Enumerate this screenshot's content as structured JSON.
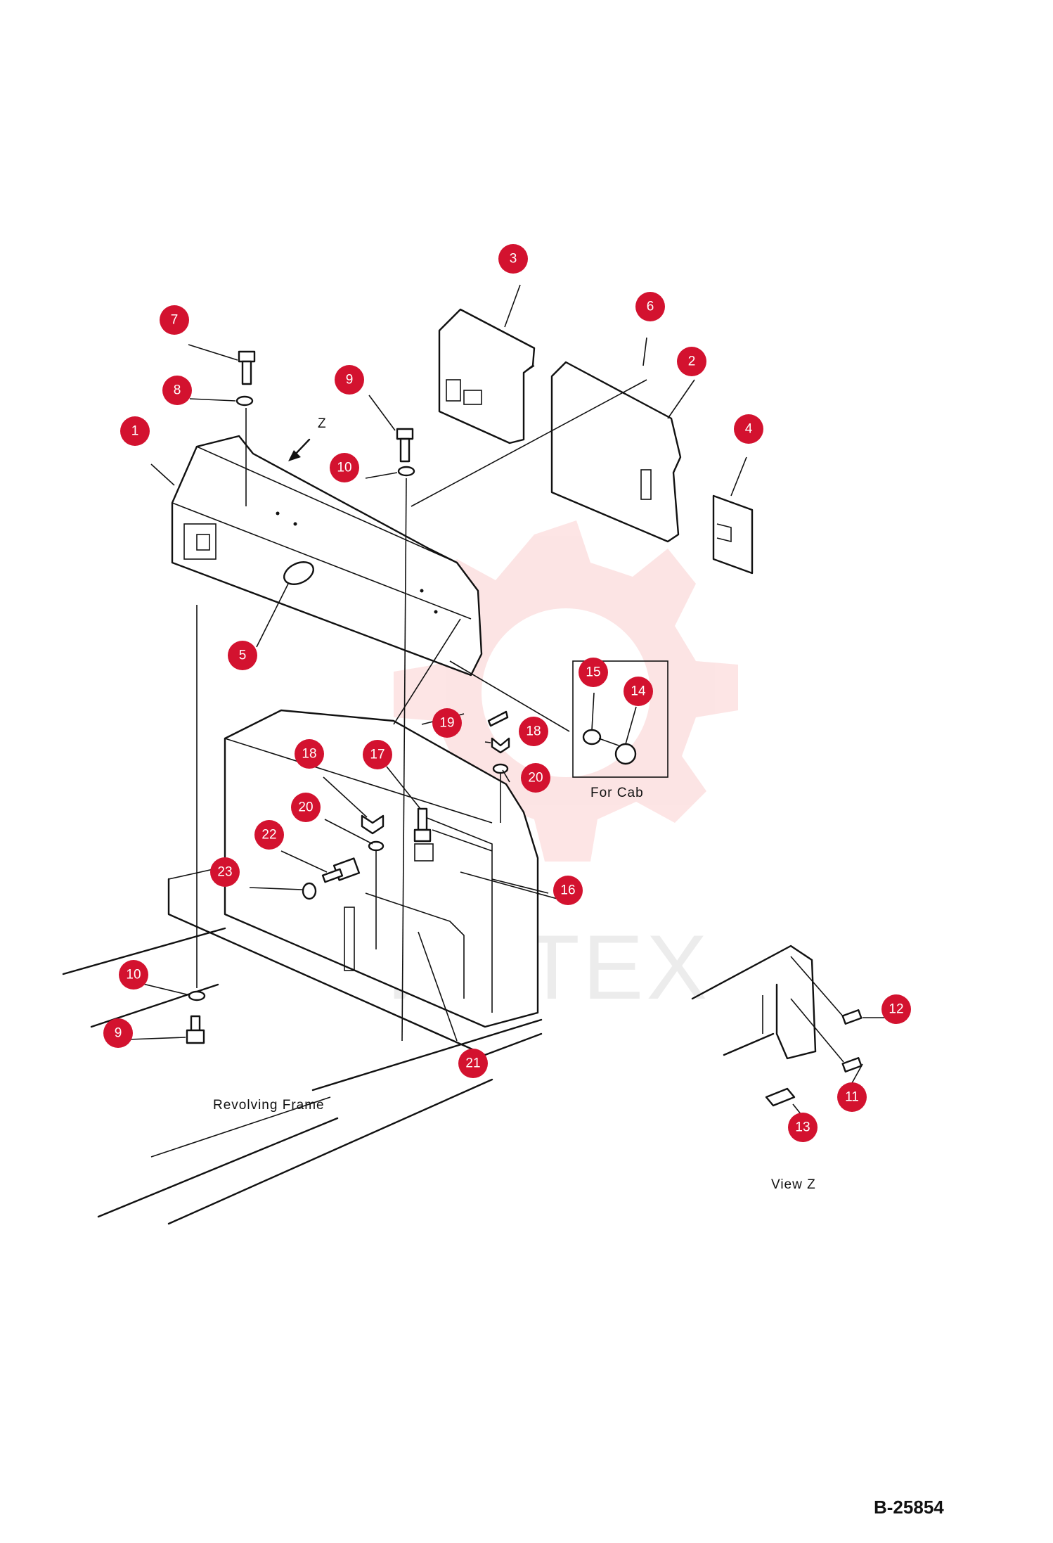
{
  "drawing_code": "B-25854",
  "labels": {
    "view_direction": "Z",
    "for_cab": "For Cab",
    "revolving_frame": "Revolving Frame",
    "view_z": "View Z"
  },
  "watermark": {
    "text": "ИНТЕХ"
  },
  "callouts": [
    "1",
    "2",
    "3",
    "4",
    "5",
    "6",
    "7",
    "8",
    "9",
    "9",
    "10",
    "10",
    "11",
    "12",
    "13",
    "14",
    "15",
    "16",
    "17",
    "18",
    "18",
    "19",
    "20",
    "20",
    "21",
    "22",
    "23"
  ],
  "colors": {
    "callout": "#d3122f",
    "line": "#111111",
    "watermark": "#f4b6b6"
  }
}
